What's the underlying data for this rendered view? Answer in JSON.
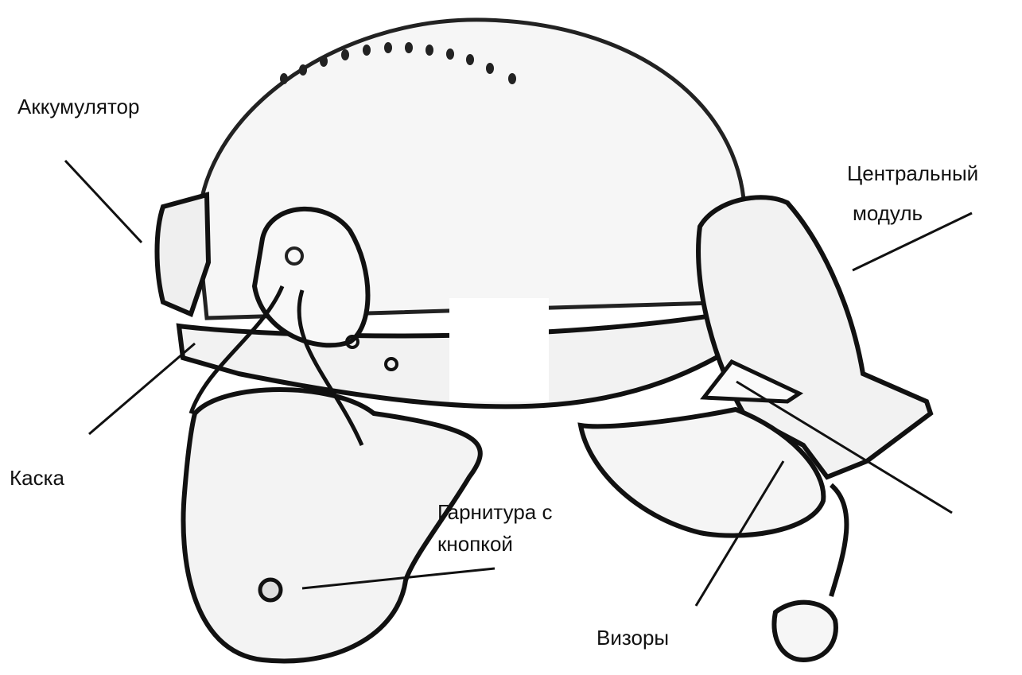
{
  "labels": {
    "battery": "Аккумулятор",
    "central_module_line1": "Центральный",
    "central_module_line2": "модуль",
    "helmet": "Каска",
    "headset_line1": "Гарнитура с",
    "headset_line2": "кнопкой",
    "visors": "Визоры"
  },
  "colors": {
    "background": "#ffffff",
    "outline": "#111111",
    "fill": "#f4f4f4"
  }
}
